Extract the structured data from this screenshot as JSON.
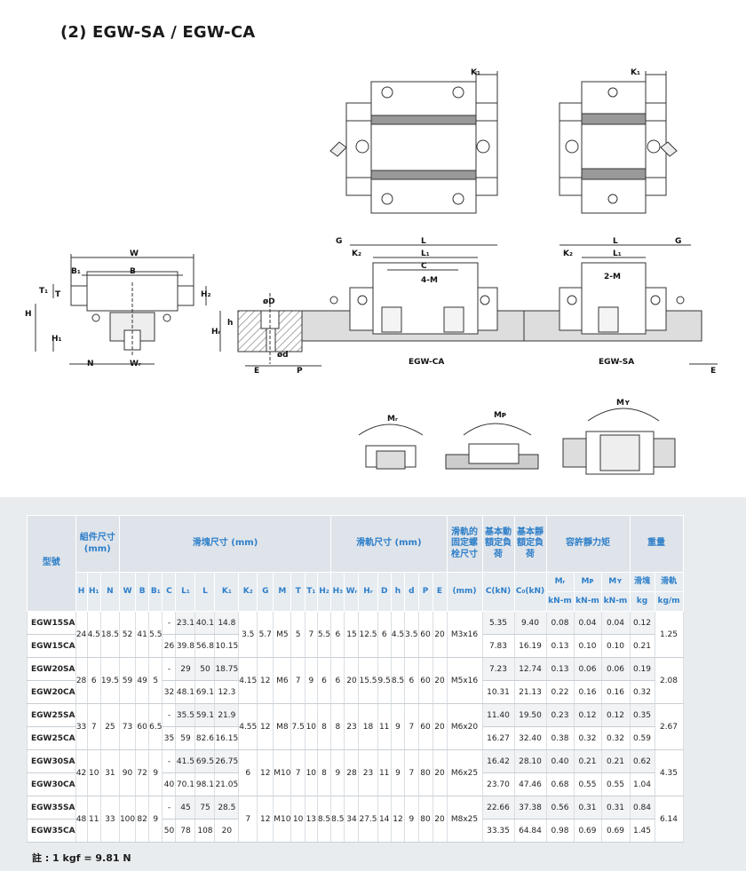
{
  "title": "(2) EGW-SA / EGW-CA",
  "drawing_labels": {
    "K1": "K₁",
    "W": "W",
    "B": "B",
    "B1": "B₁",
    "T1": "T₁",
    "T": "T",
    "H": "H",
    "H1": "H₁",
    "H2": "H₂",
    "N": "N",
    "WR": "Wᵣ",
    "D": "øD",
    "h": "h",
    "HR": "Hᵣ",
    "d": "ød",
    "E": "E",
    "P": "P",
    "G": "G",
    "L": "L",
    "L1": "L₁",
    "K2": "K₂",
    "C": "C",
    "4M": "4-M",
    "2M": "2-M",
    "EGWCA": "EGW-CA",
    "EGWSA": "EGW-SA",
    "MR": "Mᵣ",
    "MP": "Mᴘ",
    "MY": "Mʏ"
  },
  "table": {
    "head_model": "型號",
    "head_assembly": "組件尺寸 (mm)",
    "head_block": "滑塊尺寸 (mm)",
    "head_rail": "滑軌尺寸 (mm)",
    "head_bolt": "滑軌的固定螺栓尺寸",
    "head_dyn": "基本動額定負荷",
    "head_static": "基本靜額定負荷",
    "head_moment": "容許靜力矩",
    "head_weight": "重量",
    "sub": [
      "H",
      "H₁",
      "N",
      "W",
      "B",
      "B₁",
      "C",
      "L₁",
      "L",
      "K₁",
      "K₂",
      "G",
      "M",
      "T",
      "T₁",
      "H₂",
      "H₃",
      "Wᵣ",
      "Hᵣ",
      "D",
      "h",
      "d",
      "P",
      "E",
      "(mm)",
      "C(kN)",
      "C₀(kN)",
      "Mᵣ",
      "Mᴘ",
      "Mʏ",
      "滑塊",
      "滑軌"
    ],
    "units": [
      "kN-m",
      "kN-m",
      "kN-m",
      "kg",
      "kg/m"
    ],
    "rows": [
      {
        "model": "EGW15SA",
        "H": "24",
        "H1": "4.5",
        "N": "18.5",
        "W": "52",
        "B": "41",
        "B1": "5.5",
        "C": "-",
        "L1": "23.1",
        "L": "40.1",
        "K1": "14.8",
        "K2": "3.5",
        "G": "5.7",
        "M": "M5",
        "T": "5",
        "T1": "7",
        "H2": "5.5",
        "H3": "6",
        "WR": "15",
        "HR": "12.5",
        "D": "6",
        "h": "4.5",
        "d": "3.5",
        "P": "60",
        "E": "20",
        "bolt": "M3x16",
        "Cd": "5.35",
        "C0": "9.40",
        "MR": "0.08",
        "MP": "0.04",
        "MY": "0.04",
        "wb": "0.12",
        "wr": "1.25"
      },
      {
        "model": "EGW15CA",
        "C": "26",
        "L1": "39.8",
        "L": "56.8",
        "K1": "10.15",
        "Cd": "7.83",
        "C0": "16.19",
        "MR": "0.13",
        "MP": "0.10",
        "MY": "0.10",
        "wb": "0.21"
      },
      {
        "model": "EGW20SA",
        "H": "28",
        "H1": "6",
        "N": "19.5",
        "W": "59",
        "B": "49",
        "B1": "5",
        "C": "-",
        "L1": "29",
        "L": "50",
        "K1": "18.75",
        "K2": "4.15",
        "G": "12",
        "M": "M6",
        "T": "7",
        "T1": "9",
        "H2": "6",
        "H3": "6",
        "WR": "20",
        "HR": "15.5",
        "D": "9.5",
        "h": "8.5",
        "d": "6",
        "P": "60",
        "E": "20",
        "bolt": "M5x16",
        "Cd": "7.23",
        "C0": "12.74",
        "MR": "0.13",
        "MP": "0.06",
        "MY": "0.06",
        "wb": "0.19",
        "wr": "2.08"
      },
      {
        "model": "EGW20CA",
        "C": "32",
        "L1": "48.1",
        "L": "69.1",
        "K1": "12.3",
        "Cd": "10.31",
        "C0": "21.13",
        "MR": "0.22",
        "MP": "0.16",
        "MY": "0.16",
        "wb": "0.32"
      },
      {
        "model": "EGW25SA",
        "H": "33",
        "H1": "7",
        "N": "25",
        "W": "73",
        "B": "60",
        "B1": "6.5",
        "C": "-",
        "L1": "35.5",
        "L": "59.1",
        "K1": "21.9",
        "K2": "4.55",
        "G": "12",
        "M": "M8",
        "T": "7.5",
        "T1": "10",
        "H2": "8",
        "H3": "8",
        "WR": "23",
        "HR": "18",
        "D": "11",
        "h": "9",
        "d": "7",
        "P": "60",
        "E": "20",
        "bolt": "M6x20",
        "Cd": "11.40",
        "C0": "19.50",
        "MR": "0.23",
        "MP": "0.12",
        "MY": "0.12",
        "wb": "0.35",
        "wr": "2.67"
      },
      {
        "model": "EGW25CA",
        "C": "35",
        "L1": "59",
        "L": "82.6",
        "K1": "16.15",
        "Cd": "16.27",
        "C0": "32.40",
        "MR": "0.38",
        "MP": "0.32",
        "MY": "0.32",
        "wb": "0.59"
      },
      {
        "model": "EGW30SA",
        "H": "42",
        "H1": "10",
        "N": "31",
        "W": "90",
        "B": "72",
        "B1": "9",
        "C": "-",
        "L1": "41.5",
        "L": "69.5",
        "K1": "26.75",
        "K2": "6",
        "G": "12",
        "M": "M10",
        "T": "7",
        "T1": "10",
        "H2": "8",
        "H3": "9",
        "WR": "28",
        "HR": "23",
        "D": "11",
        "h": "9",
        "d": "7",
        "P": "80",
        "E": "20",
        "bolt": "M6x25",
        "Cd": "16.42",
        "C0": "28.10",
        "MR": "0.40",
        "MP": "0.21",
        "MY": "0.21",
        "wb": "0.62",
        "wr": "4.35"
      },
      {
        "model": "EGW30CA",
        "C": "40",
        "L1": "70.1",
        "L": "98.1",
        "K1": "21.05",
        "Cd": "23.70",
        "C0": "47.46",
        "MR": "0.68",
        "MP": "0.55",
        "MY": "0.55",
        "wb": "1.04"
      },
      {
        "model": "EGW35SA",
        "H": "48",
        "H1": "11",
        "N": "33",
        "W": "100",
        "B": "82",
        "B1": "9",
        "C": "-",
        "L1": "45",
        "L": "75",
        "K1": "28.5",
        "K2": "7",
        "G": "12",
        "M": "M10",
        "T": "10",
        "T1": "13",
        "H2": "8.5",
        "H3": "8.5",
        "WR": "34",
        "HR": "27.5",
        "D": "14",
        "h": "12",
        "d": "9",
        "P": "80",
        "E": "20",
        "bolt": "M8x25",
        "Cd": "22.66",
        "C0": "37.38",
        "MR": "0.56",
        "MP": "0.31",
        "MY": "0.31",
        "wb": "0.84",
        "wr": "6.14"
      },
      {
        "model": "EGW35CA",
        "C": "50",
        "L1": "78",
        "L": "108",
        "K1": "20",
        "Cd": "33.35",
        "C0": "64.84",
        "MR": "0.98",
        "MP": "0.69",
        "MY": "0.69",
        "wb": "1.45"
      }
    ],
    "note": "註 : 1 kgf = 9.81 N"
  }
}
